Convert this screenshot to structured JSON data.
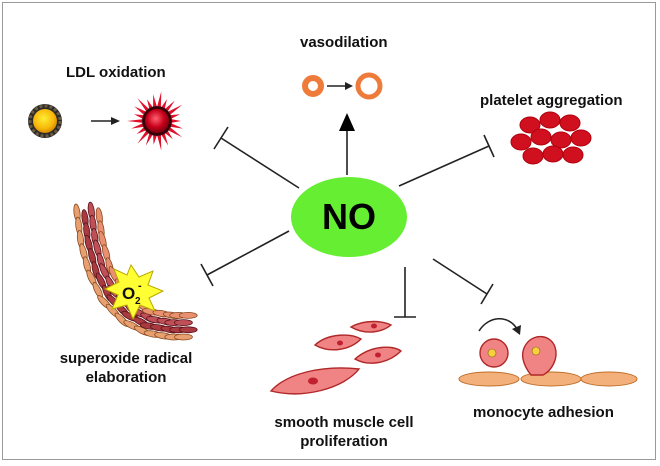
{
  "center": {
    "label": "NO",
    "fill": "#66ee33"
  },
  "effects": {
    "vasodilation": "vasodilation",
    "ldl_oxidation": "LDL oxidation",
    "platelet_aggregation": "platelet aggregation",
    "superoxide_line1": "superoxide radical",
    "superoxide_line2": "elaboration",
    "smooth_muscle_line1": "smooth muscle cell",
    "smooth_muscle_line2": "proliferation",
    "monocyte_adhesion": "monocyte adhesion"
  },
  "colors": {
    "vessel": "#ef7b3a",
    "platelet": "#d0101e",
    "smooth_muscle": "#f08383",
    "ldl_core": "#f7b60a",
    "ldl_oxidized": "#c8001a",
    "superoxide_star": "#ffff33",
    "endothelium": "#f4b07a"
  },
  "icons": [
    "ldl-particle-icon",
    "oxidized-ldl-icon",
    "vessel-icon",
    "platelet-icon",
    "superoxide-star-icon",
    "smooth-muscle-cell-icon",
    "monocyte-icon"
  ]
}
